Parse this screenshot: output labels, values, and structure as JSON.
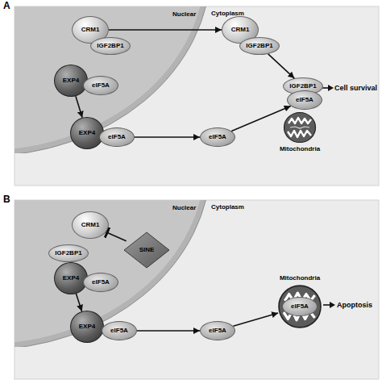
{
  "diagram": {
    "nodes": [
      {
        "text": [
          "Nuclear"
        ]
      },
      {
        "text": [
          "CRM1"
        ],
        "in": 0
      },
      {
        "text": [
          "IGF2BP1"
        ],
        "in": 0
      },
      {
        "text": [
          "EXP4"
        ],
        "in": 0
      },
      {
        "text": [
          "eIF5A"
        ],
        "in": 0
      },
      {
        "text": [
          "CRM1"
        ]
      },
      {
        "text": [
          "IGF2BP1"
        ]
      },
      {
        "text": [
          "IGF2BP1"
        ]
      },
      {
        "text": [
          "eIF5A"
        ]
      },
      {
        "text": [
          "Mitochondria"
        ]
      },
      {
        "text": [
          "EXP4"
        ]
      },
      {
        "text": [
          "eIF5A"
        ]
      },
      {
        "text": [
          "eIF5A"
        ]
      },
      {
        "text": [
          "Nuclear"
        ]
      },
      {
        "text": [
          "CRM1"
        ],
        "in": 13
      },
      {
        "text": [
          "IGF2BP1"
        ],
        "in": 13
      },
      {
        "text": [
          "SINE"
        ],
        "in": 13
      },
      {
        "text": [
          "EXP4"
        ],
        "in": 13
      },
      {
        "text": [
          "eIF5A"
        ],
        "in": 13
      },
      {
        "text": [
          "Mitochondria"
        ]
      },
      {
        "text": [
          "eIF5A"
        ],
        "in": 19
      },
      {
        "text": [
          "EXP4"
        ]
      },
      {
        "text": [
          "eIF5A"
        ]
      },
      {
        "text": [
          "eIF5A"
        ]
      }
    ],
    "edges": [
      {
        "from": 1,
        "to": 5,
        "arrow": "to"
      },
      {
        "from": 6,
        "to": 7,
        "arrow": "to"
      },
      {
        "from": 3,
        "to": 10,
        "arrow": "to"
      },
      {
        "from": 11,
        "to": 12,
        "arrow": "to"
      },
      {
        "from": 12,
        "to": 8,
        "arrow": "to"
      },
      {
        "from": 16,
        "to": 14,
        "arrow": "to"
      },
      {
        "from": 17,
        "to": 21,
        "arrow": "to"
      },
      {
        "from": 22,
        "to": 23,
        "arrow": "to"
      },
      {
        "from": 23,
        "to": 19,
        "arrow": "to"
      }
    ],
    "labels": [
      "A",
      "Cytoplasm",
      "Cell survival",
      "B",
      "Cytoplasm",
      "Apoptosis"
    ]
  }
}
